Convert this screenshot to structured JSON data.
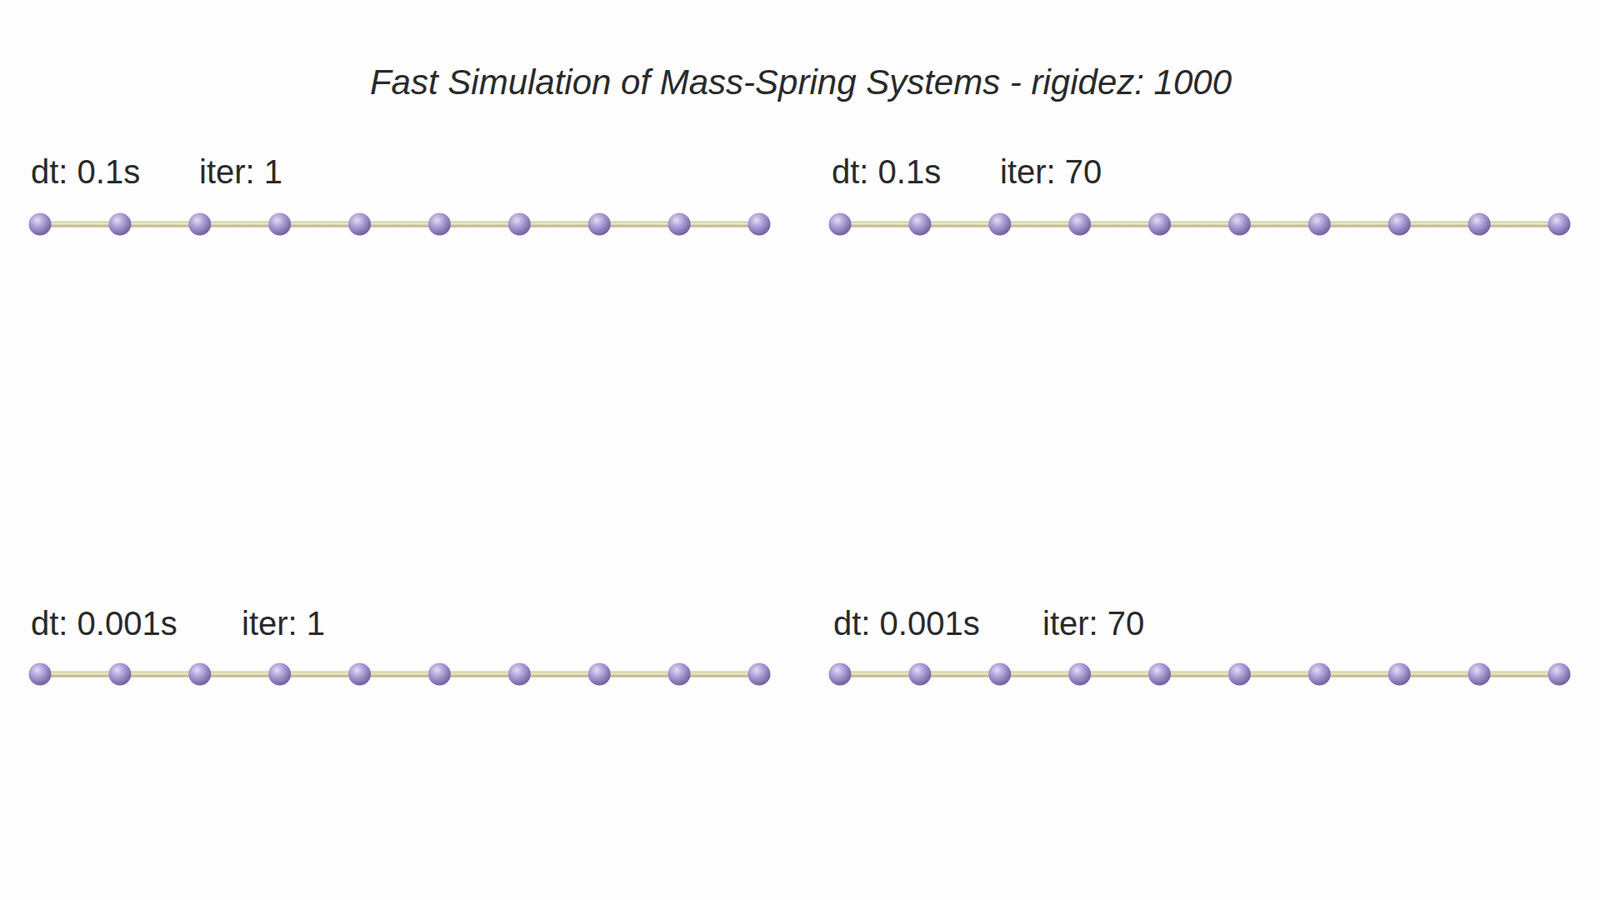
{
  "diagram": {
    "title": "Fast Simulation of Mass-Spring Systems - rigidez: 1000",
    "labels": [
      "dt: 0.1s",
      "iter: 1",
      "dt: 0.1s",
      "iter: 70",
      "dt: 0.001s",
      "iter: 1",
      "dt: 0.001s",
      "iter: 70"
    ]
  }
}
